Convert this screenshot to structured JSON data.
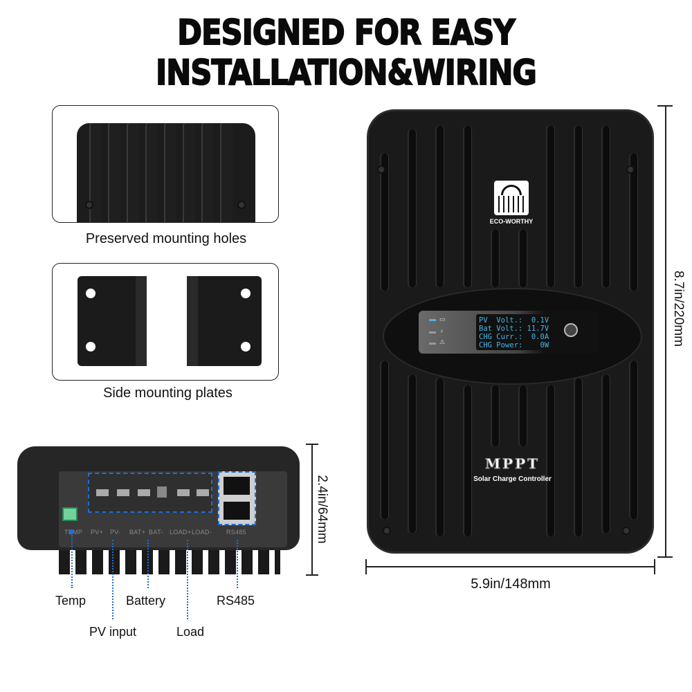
{
  "title": "DESIGNED FOR EASY INSTALLATION&WIRING",
  "panels": [
    {
      "caption": "Preserved mounting holes"
    },
    {
      "caption": "Side mounting plates"
    }
  ],
  "side_view": {
    "dimension": "2.4in/64mm",
    "labels": {
      "temp": "Temp",
      "battery": "Battery",
      "rs485": "RS485",
      "pv_input": "PV input",
      "load": "Load"
    },
    "port_labels": [
      "TEMP",
      "PV+",
      "PV-",
      "BAT+",
      "BAT-",
      "LOAD+",
      "LOAD-",
      "RS485"
    ]
  },
  "front_view": {
    "brand": "ECO-WORTHY",
    "model": "MPPT",
    "subtitle": "Solar Charge Controller",
    "screen": {
      "line1": "PV  Volt.:  0.1V",
      "line2": "Bat Volt.: 11.7V",
      "line3": "CHG Curr.:  0.0A",
      "line4": "CHG Power:    0W"
    },
    "height_dimension": "8.7in/220mm",
    "width_dimension": "5.9in/148mm"
  },
  "colors": {
    "accent": "#1e6fd9",
    "screen_text": "#49b6e6",
    "device": "#1a1a1a"
  }
}
